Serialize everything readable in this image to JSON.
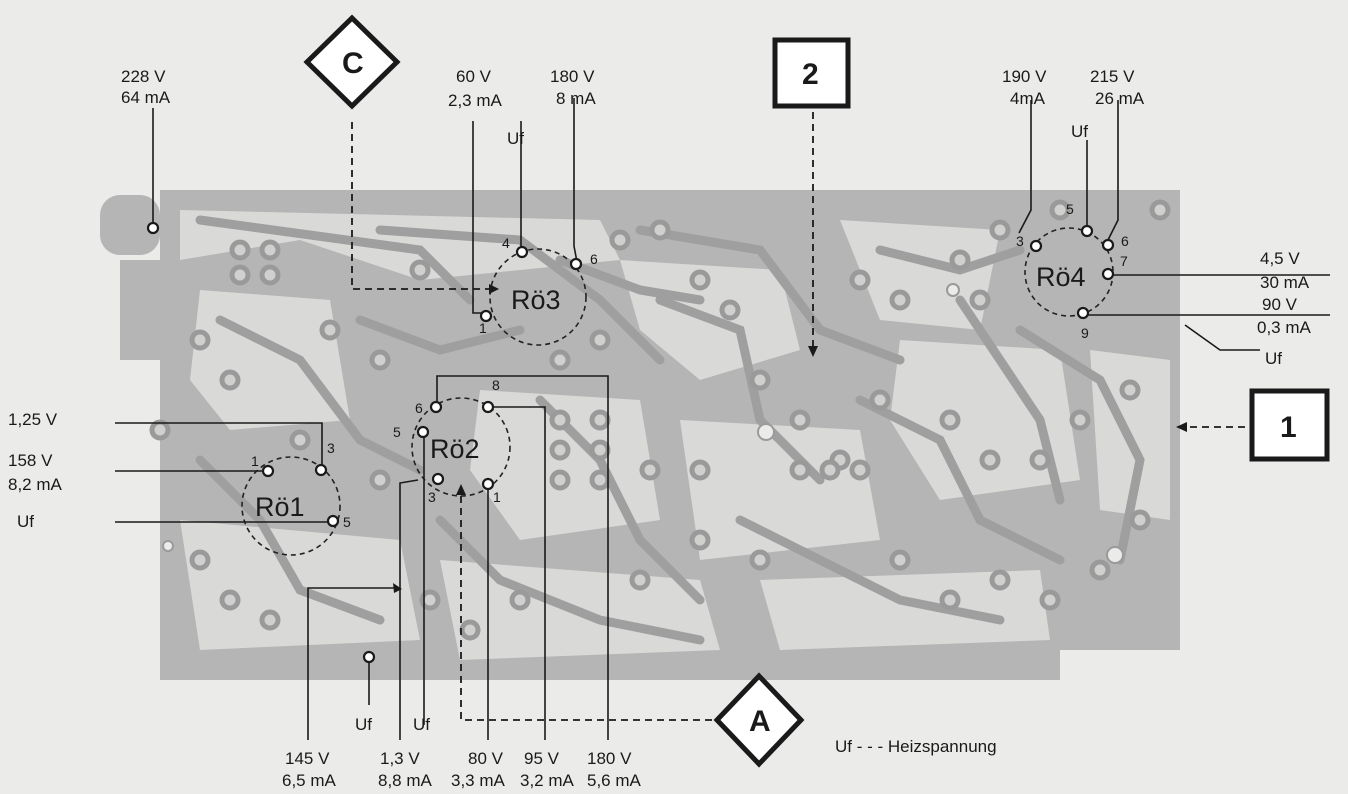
{
  "tubes": {
    "r1": "Rö1",
    "r2": "Rö2",
    "r3": "Rö3",
    "r4": "Rö4"
  },
  "markers": {
    "c": "C",
    "a": "A",
    "two": "2",
    "one": "1"
  },
  "pins": {
    "r1": [
      "1",
      "3",
      "5"
    ],
    "r2": [
      "6",
      "8",
      "5",
      "3",
      "1"
    ],
    "r3": [
      "4",
      "6",
      "1"
    ],
    "r4": [
      "3",
      "5",
      "6",
      "7",
      "9"
    ]
  },
  "top_left": {
    "v": "228 V",
    "i": "64 mA"
  },
  "r3_a": {
    "v": "60 V",
    "i": "2,3 mA"
  },
  "r3_b": {
    "v": "180 V",
    "i": "8 mA"
  },
  "r3_uf": "Uf",
  "r4_a": {
    "v": "190 V",
    "i": "4mA"
  },
  "r4_b": {
    "v": "215 V",
    "i": "26 mA"
  },
  "r4_uf": "Uf",
  "right": {
    "v1": "4,5 V",
    "i1": "30 mA",
    "v2": "90 V",
    "i2": "0,3 mA",
    "uf": "Uf"
  },
  "left": {
    "v1": "1,25 V",
    "v2": "158 V",
    "i2": "8,2 mA",
    "uf": "Uf"
  },
  "bottom": [
    {
      "v": "145 V",
      "i": "6,5 mA"
    },
    {
      "v": "1,3 V",
      "i": "8,8 mA"
    },
    {
      "v": "80 V",
      "i": "3,3 mA"
    },
    {
      "v": "95 V",
      "i": "3,2 mA"
    },
    {
      "v": "180 V",
      "i": "5,6 mA"
    }
  ],
  "bottom_uf1": "Uf",
  "bottom_uf2": "Uf",
  "legend": "Uf - - - Heizspannung"
}
